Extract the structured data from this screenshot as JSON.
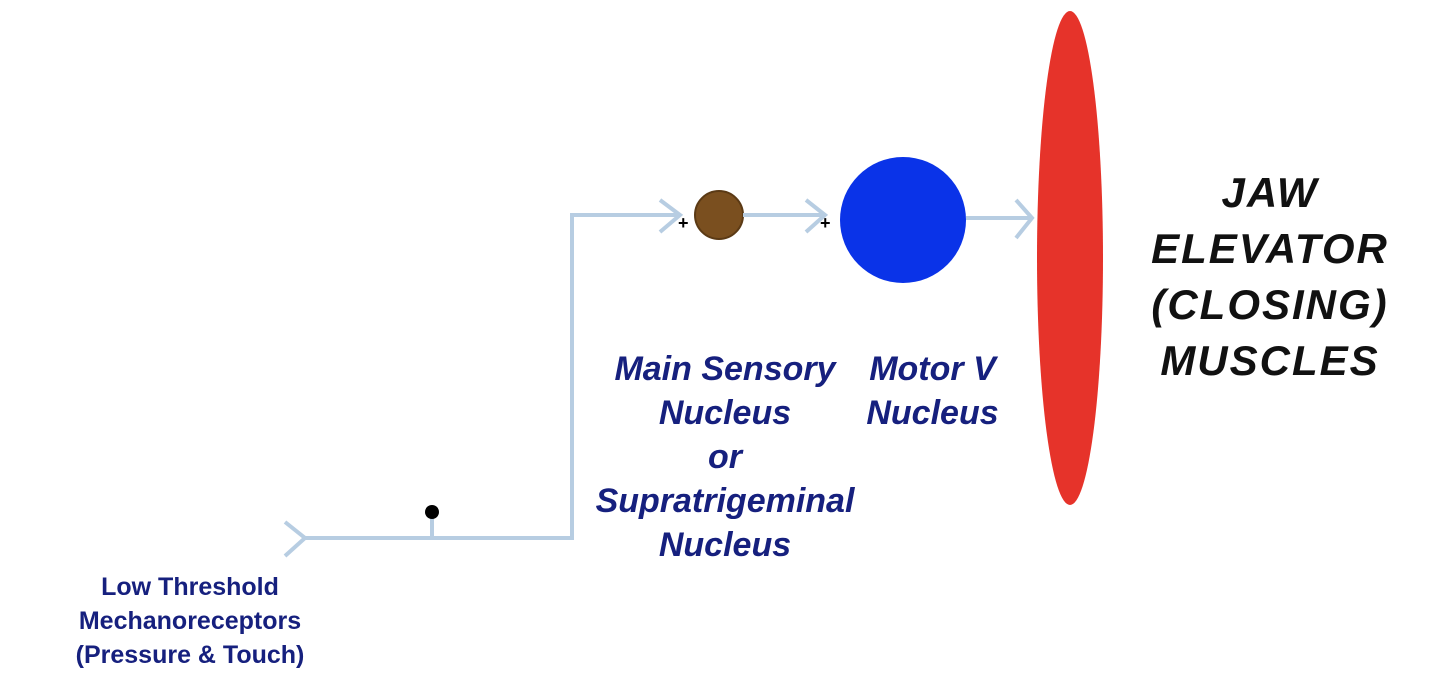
{
  "colors": {
    "axon": "#b7cde2",
    "sensory_nucleus": "#7a4f1f",
    "motor_nucleus": "#0a33e8",
    "muscle": "#e6332a",
    "receptor_soma": "#000000",
    "label_blue": "#16207e",
    "label_dark": "#111111"
  },
  "icons": {
    "receptor_ending": "fork-ending-icon",
    "synapse": "fork-synapse-icon"
  },
  "labels": {
    "mechanoreceptors": [
      "Low Threshold",
      "Mechanoreceptors",
      "(Pressure & Touch)"
    ],
    "main_sensory": [
      "Main Sensory",
      "Nucleus",
      "or",
      "Supratrigeminal",
      "Nucleus"
    ],
    "motor_v": [
      "Motor V",
      "Nucleus"
    ],
    "jaw_muscles": [
      "JAW",
      "ELEVATOR",
      "(CLOSING)",
      "MUSCLES"
    ]
  },
  "synapse_signs": {
    "sensory_input": "+",
    "motor_input": "+"
  }
}
